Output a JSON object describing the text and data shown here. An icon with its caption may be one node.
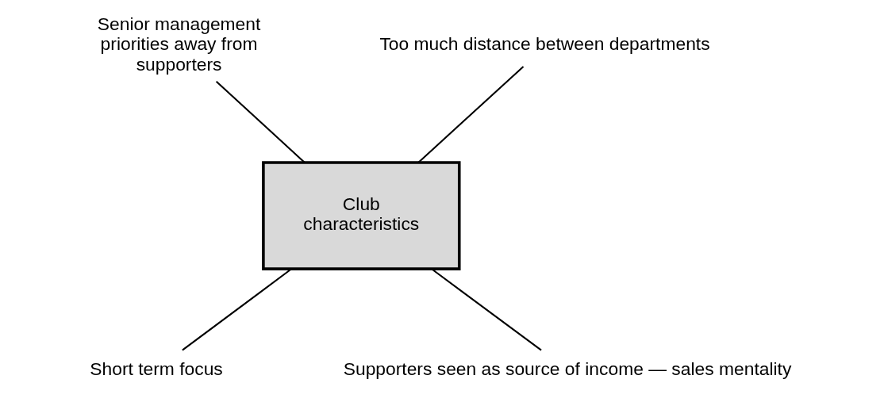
{
  "diagram": {
    "nodes": [
      {
        "text": [
          "Club characteristics"
        ]
      },
      {
        "text": [
          "Senior management priorities away from supporters"
        ]
      },
      {
        "text": [
          "Too much distance between departments"
        ]
      },
      {
        "text": [
          "Short term focus"
        ]
      },
      {
        "text": [
          "Supporters seen as source of income — sales mentality"
        ]
      }
    ],
    "edges": [
      {
        "from": 1,
        "to": 0,
        "arrow": "none"
      },
      {
        "from": 2,
        "to": 0,
        "arrow": "none"
      },
      {
        "from": 0,
        "to": 3,
        "arrow": "none"
      },
      {
        "from": 0,
        "to": 4,
        "arrow": "none"
      }
    ]
  }
}
